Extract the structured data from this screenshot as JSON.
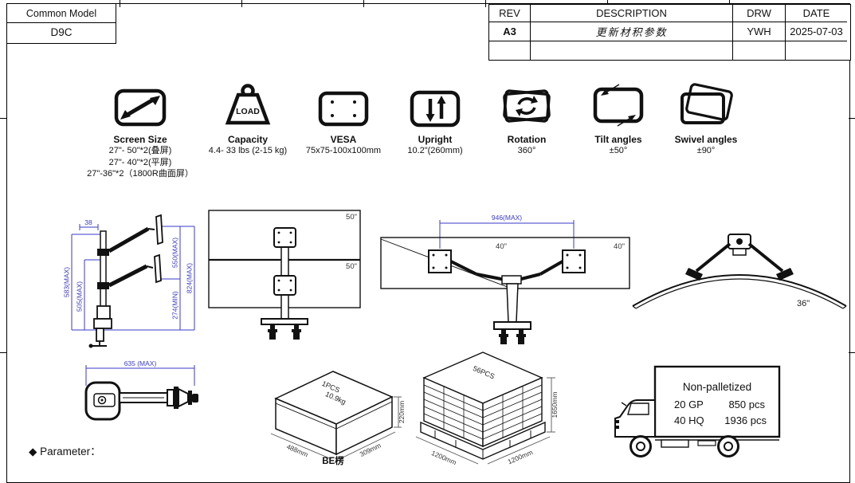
{
  "title_block": {
    "label": "Common Model",
    "model": "D9C"
  },
  "revision_table": {
    "headers": [
      "REV",
      "DESCRIPTION",
      "DRW",
      "DATE"
    ],
    "rows": [
      {
        "rev": "A3",
        "description": "更新材积参数",
        "drw": "YWH",
        "date": "2025-07-03"
      },
      {
        "rev": "",
        "description": "",
        "drw": "",
        "date": ""
      }
    ]
  },
  "features": [
    {
      "icon": "screen-size-icon",
      "name": "Screen Size",
      "lines": [
        "27\"- 50\"*2(叠屏)",
        "27\"- 40\"*2(平屏)",
        "27\"-36\"*2（1800R曲面屏）"
      ]
    },
    {
      "icon": "load-capacity-icon",
      "name": "Capacity",
      "icon_text": "LOAD",
      "lines": [
        "4.4- 33 lbs (2-15 kg)"
      ]
    },
    {
      "icon": "vesa-icon",
      "name": "VESA",
      "lines": [
        "75x75-100x100mm"
      ]
    },
    {
      "icon": "upright-icon",
      "name": "Upright",
      "lines": [
        "10.2\"(260mm)"
      ]
    },
    {
      "icon": "rotation-icon",
      "name": "Rotation",
      "lines": [
        "360°"
      ]
    },
    {
      "icon": "tilt-icon",
      "name": "Tilt angles",
      "lines": [
        "±50°"
      ]
    },
    {
      "icon": "swivel-icon",
      "name": "Swivel angles",
      "lines": [
        "±90°"
      ]
    }
  ],
  "drawings": {
    "side_view": {
      "offset_top": "38",
      "left_outer": "583(MAX)",
      "left_inner": "505(MAX)",
      "right_upper": "550(MAX)",
      "right_lower": "274(MIN)",
      "right_outer": "824(MAX)"
    },
    "front_view": {
      "upper_screen": "50\"",
      "lower_screen": "50\""
    },
    "top_view": {
      "span": "946(MAX)",
      "left_screen": "40\"",
      "right_screen": "40\""
    },
    "curved_view": {
      "screen": "36\""
    },
    "folded_view": {
      "reach": "635 (MAX)"
    }
  },
  "packaging": {
    "carton": {
      "qty": "1PCS",
      "weight": "10.9kg",
      "length": "488mm",
      "depth": "309mm",
      "height": "220mm",
      "flute": "BE楞"
    },
    "pallet": {
      "qty": "56PCS",
      "height": "1650mm",
      "side_a": "1200mm",
      "side_b": "1200mm"
    },
    "truck": {
      "title": "Non-palletized",
      "row1_type": "20 GP",
      "row1_qty": "850 pcs",
      "row2_type": "40 HQ",
      "row2_qty": "1936 pcs"
    }
  },
  "footer": {
    "parameter_label": "◆ Parameter："
  },
  "colors": {
    "dimension_blue": "#3a3ac8",
    "line": "#111111"
  }
}
